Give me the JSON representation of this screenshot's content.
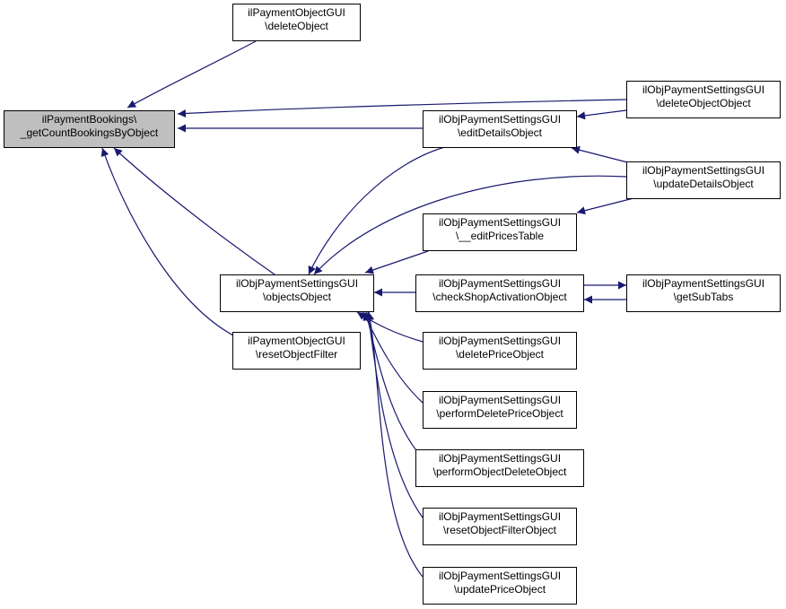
{
  "colors": {
    "edge": "#191970",
    "node_border": "#000000",
    "root_fill": "#bfbfbf"
  },
  "nodes": [
    {
      "id": "root",
      "line1": "ilPaymentBookings\\",
      "line2": "_getCountBookingsByObject"
    },
    {
      "id": "n_pog_delete",
      "line1": "ilPaymentObjectGUI",
      "line2": "\\deleteObject"
    },
    {
      "id": "n_pog_reset",
      "line1": "ilPaymentObjectGUI",
      "line2": "\\resetObjectFilter"
    },
    {
      "id": "n_objects",
      "line1": "ilObjPaymentSettingsGUI",
      "line2": "\\objectsObject"
    },
    {
      "id": "n_editdetails",
      "line1": "ilObjPaymentSettingsGUI",
      "line2": "\\editDetailsObject"
    },
    {
      "id": "n_editprices",
      "line1": "ilObjPaymentSettingsGUI",
      "line2": "\\__editPricesTable"
    },
    {
      "id": "n_checkshop",
      "line1": "ilObjPaymentSettingsGUI",
      "line2": "\\checkShopActivationObject"
    },
    {
      "id": "n_deleteprice",
      "line1": "ilObjPaymentSettingsGUI",
      "line2": "\\deletePriceObject"
    },
    {
      "id": "n_performdeleteprice",
      "line1": "ilObjPaymentSettingsGUI",
      "line2": "\\performDeletePriceObject"
    },
    {
      "id": "n_performobjdelete",
      "line1": "ilObjPaymentSettingsGUI",
      "line2": "\\performObjectDeleteObject"
    },
    {
      "id": "n_resetfilterobj",
      "line1": "ilObjPaymentSettingsGUI",
      "line2": "\\resetObjectFilterObject"
    },
    {
      "id": "n_updateprice",
      "line1": "ilObjPaymentSettingsGUI",
      "line2": "\\updatePriceObject"
    },
    {
      "id": "n_deleteobjobj",
      "line1": "ilObjPaymentSettingsGUI",
      "line2": "\\deleteObjectObject"
    },
    {
      "id": "n_updatedetails",
      "line1": "ilObjPaymentSettingsGUI",
      "line2": "\\updateDetailsObject"
    },
    {
      "id": "n_getsubtabs",
      "line1": "ilObjPaymentSettingsGUI",
      "line2": "\\getSubTabs"
    }
  ]
}
